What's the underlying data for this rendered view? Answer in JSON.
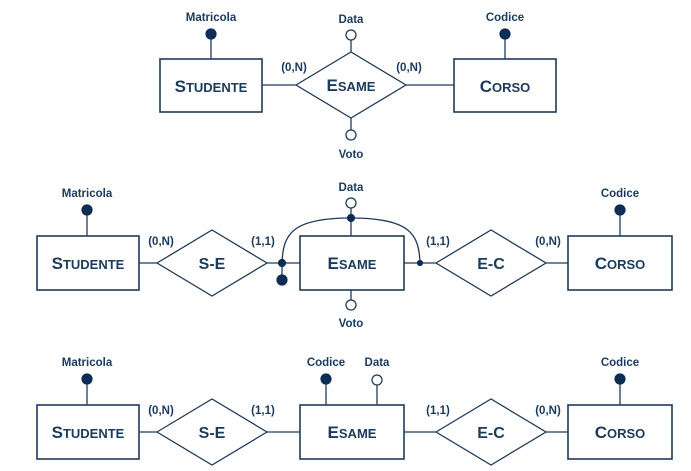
{
  "colors": {
    "ink": "#1a3a5e",
    "dot": "#0d2d55",
    "line": "#1f3b5c"
  },
  "diagram1": {
    "studente": "Studente",
    "esame": "Esame",
    "corso": "Corso",
    "matricola": "Matricola",
    "codice": "Codice",
    "data": "Data",
    "voto": "Voto",
    "card_studente": "(0,N)",
    "card_corso": "(0,N)"
  },
  "diagram2": {
    "studente": "Studente",
    "se": "S-E",
    "esame": "Esame",
    "ec": "E-C",
    "corso": "Corso",
    "matricola": "Matricola",
    "codice": "Codice",
    "data": "Data",
    "voto": "Voto",
    "card_studente_se": "(0,N)",
    "card_se_esame": "(1,1)",
    "card_esame_ec": "(1,1)",
    "card_ec_corso": "(0,N)"
  },
  "diagram3": {
    "studente": "Studente",
    "se": "S-E",
    "esame": "Esame",
    "ec": "E-C",
    "corso": "Corso",
    "matricola": "Matricola",
    "codice_esame": "Codice",
    "data": "Data",
    "codice_corso": "Codice",
    "card_studente_se": "(0,N)",
    "card_se_esame": "(1,1)",
    "card_esame_ec": "(1,1)",
    "card_ec_corso": "(0,N)"
  }
}
